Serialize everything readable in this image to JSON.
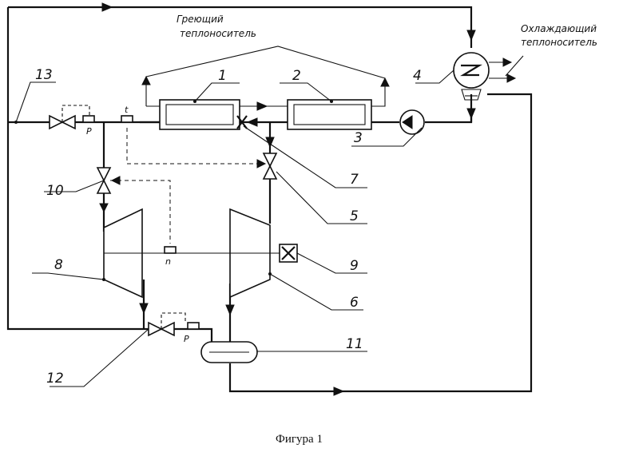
{
  "labels": {
    "heating_line1": "Греющий",
    "heating_line2": "теплоноситель",
    "cooling_line1": "Охлаждающий",
    "cooling_line2": "теплоноситель",
    "sensor_p_top": "P",
    "sensor_t": "t",
    "sensor_n": "n",
    "sensor_p_bottom": "P"
  },
  "numbers": {
    "n1": "1",
    "n2": "2",
    "n3": "3",
    "n4": "4",
    "n5": "5",
    "n6": "6",
    "n7": "7",
    "n8": "8",
    "n9": "9",
    "n10": "10",
    "n11": "11",
    "n12": "12",
    "n13": "13"
  },
  "caption": "Фигура 1"
}
